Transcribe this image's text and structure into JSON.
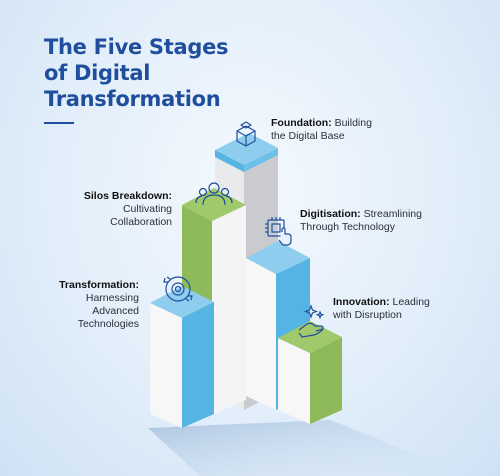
{
  "title": {
    "line1": "The Five Stages",
    "line2": "of Digital",
    "line3": "Transformation"
  },
  "stages": [
    {
      "name": "Foundation:",
      "desc_line1": "Building",
      "desc_line2": "the Digital Base",
      "color": "#8fcdee",
      "icon": "cube-blocks-icon"
    },
    {
      "name": "Silos Breakdown:",
      "desc_line1": "Cultivating",
      "desc_line2": "Collaboration",
      "color": "#8fba5a",
      "icon": "team-people-icon"
    },
    {
      "name": "Digitisation:",
      "desc_line1": "Streamlining",
      "desc_line2": "Through Technology",
      "color": "#6cc0ea",
      "icon": "chip-touch-icon"
    },
    {
      "name": "Transformation:",
      "desc_line1": "Harnessing",
      "desc_line2": "Advanced",
      "desc_line3": "Technologies",
      "color": "#8fcdee",
      "icon": "gear-cycle-icon"
    },
    {
      "name": "Innovation:",
      "desc_line1": "Leading",
      "desc_line2": "with Disruption",
      "color": "#8fba5a",
      "icon": "hand-sparkle-icon"
    }
  ],
  "colors": {
    "title": "#1f4e9c",
    "blue_top": "#8fcdee",
    "blue_side": "#55b4e4",
    "green_top": "#9fc96a",
    "green_side": "#79a84a",
    "white_front": "#f7f7f7",
    "gray_side": "#c9cbcf"
  }
}
